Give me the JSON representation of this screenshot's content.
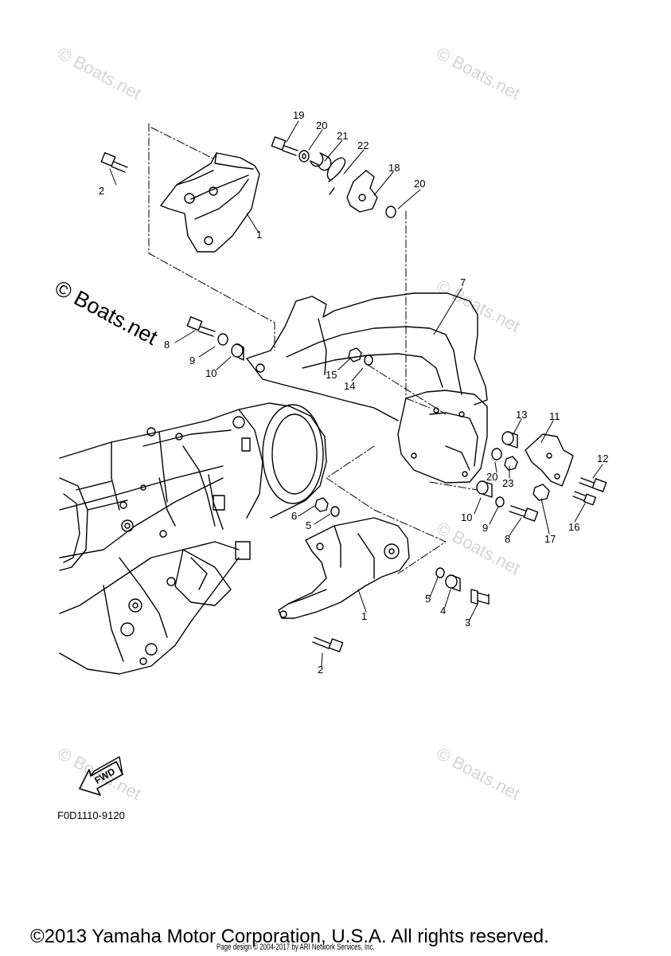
{
  "watermarks": [
    "© Boats.net",
    "© Boats.net",
    "© Boats.net",
    "© Boats.net",
    "© Boats.net",
    "© Boats.net"
  ],
  "watermark_main": "© Boats.net",
  "callouts": {
    "c1_top": "1",
    "c2_top": "2",
    "c19": "19",
    "c20_a": "20",
    "c21": "21",
    "c22": "22",
    "c18": "18",
    "c20_b": "20",
    "c7": "7",
    "c8_a": "8",
    "c9_a": "9",
    "c10_a": "10",
    "c15": "15",
    "c14": "14",
    "c13": "13",
    "c11": "11",
    "c12": "12",
    "c20_c": "20",
    "c23": "23",
    "c10_b": "10",
    "c9_b": "9",
    "c8_b": "8",
    "c17": "17",
    "c16": "16",
    "c6": "6",
    "c5_a": "5",
    "c1_bot": "1",
    "c5_b": "5",
    "c4": "4",
    "c3": "3",
    "c2_bot": "2"
  },
  "fwd_label": "FWD",
  "diagram_code": "F0D1110-9120",
  "copyright": "©2013 Yamaha Motor Corporation, U.S.A. All rights reserved.",
  "page_design": "Page design © 2004-2017 by ARI Network Services, Inc."
}
